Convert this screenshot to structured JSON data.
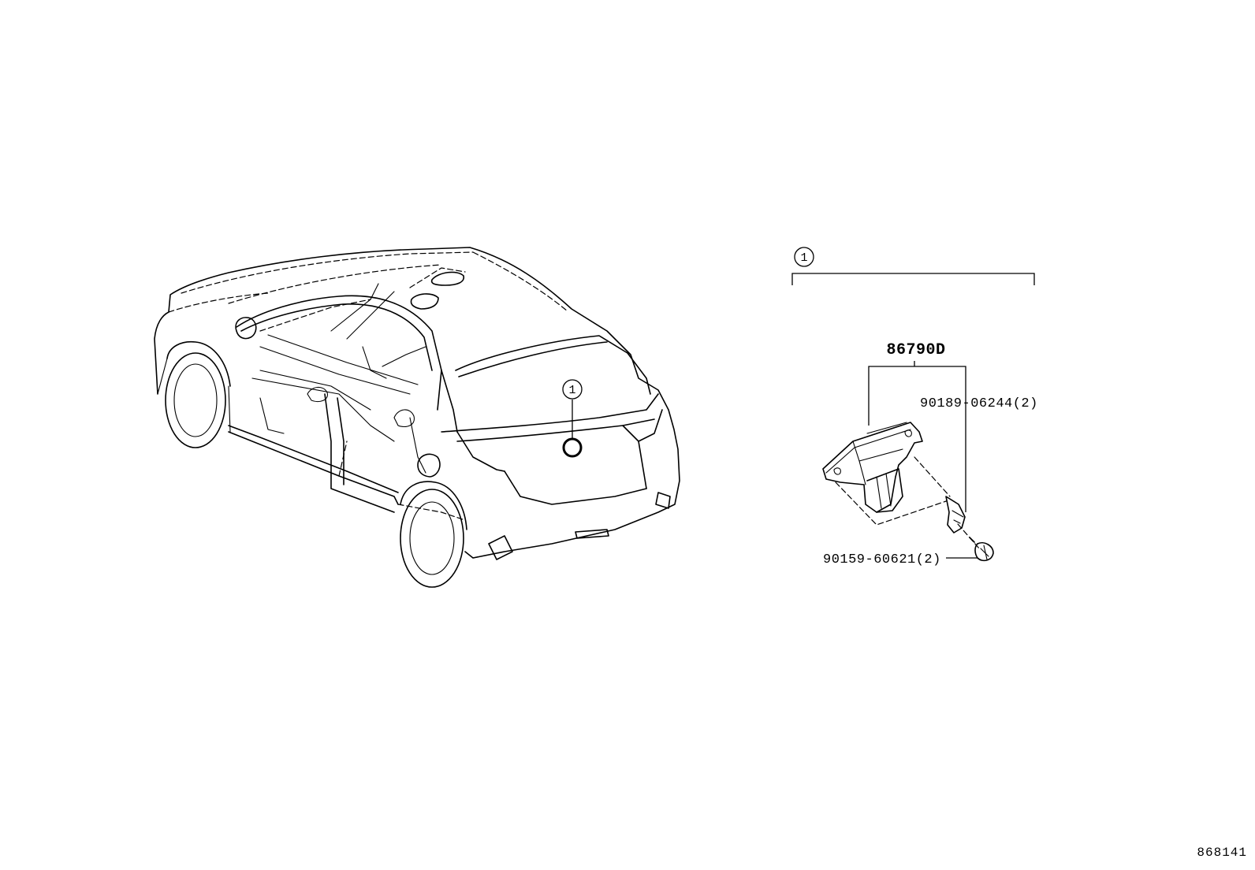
{
  "callouts": {
    "car_marker": "1",
    "assembly_group": "1"
  },
  "parts": {
    "assembly": "86790D",
    "clip": "90189-06244(2)",
    "screw": "90159-60621(2)"
  },
  "figure_number": "868141"
}
